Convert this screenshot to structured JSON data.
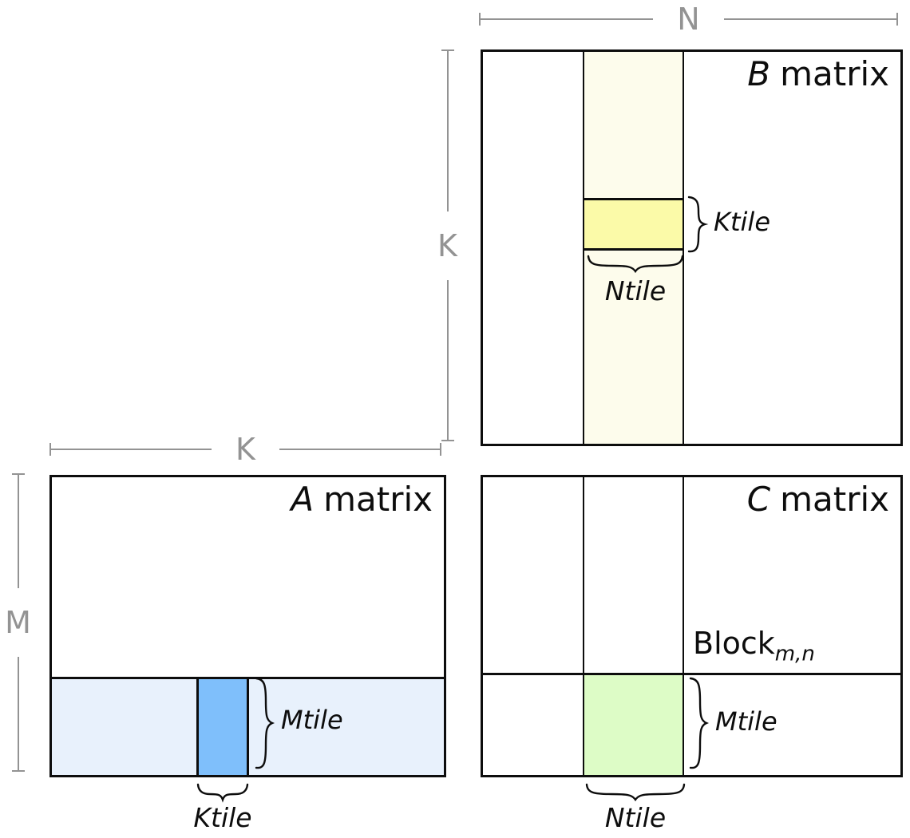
{
  "colors": {
    "outline": "#0d0d0d",
    "dimension_gray": "#939393",
    "b_strip_fill": "#FDFCEC",
    "b_tile_fill": "#FBFAA8",
    "a_strip_fill": "#E8F1FC",
    "a_tile_fill": "#7FBFFB",
    "c_tile_fill": "#DDFCC6"
  },
  "dimensions": {
    "n_label": "N",
    "k_label_vertical": "K",
    "k_label_horizontal": "K",
    "m_label": "M"
  },
  "matrices": {
    "b": {
      "title_letter": "B",
      "title_word": "matrix",
      "ktile_label": "Ktile",
      "ntile_label": "Ntile"
    },
    "a": {
      "title_letter": "A",
      "title_word": "matrix",
      "mtile_label": "Mtile",
      "ktile_label": "Ktile"
    },
    "c": {
      "title_letter": "C",
      "title_word": "matrix",
      "block_label": "Block",
      "block_subscript": "m,n",
      "mtile_label": "Mtile",
      "ntile_label": "Ntile"
    }
  }
}
